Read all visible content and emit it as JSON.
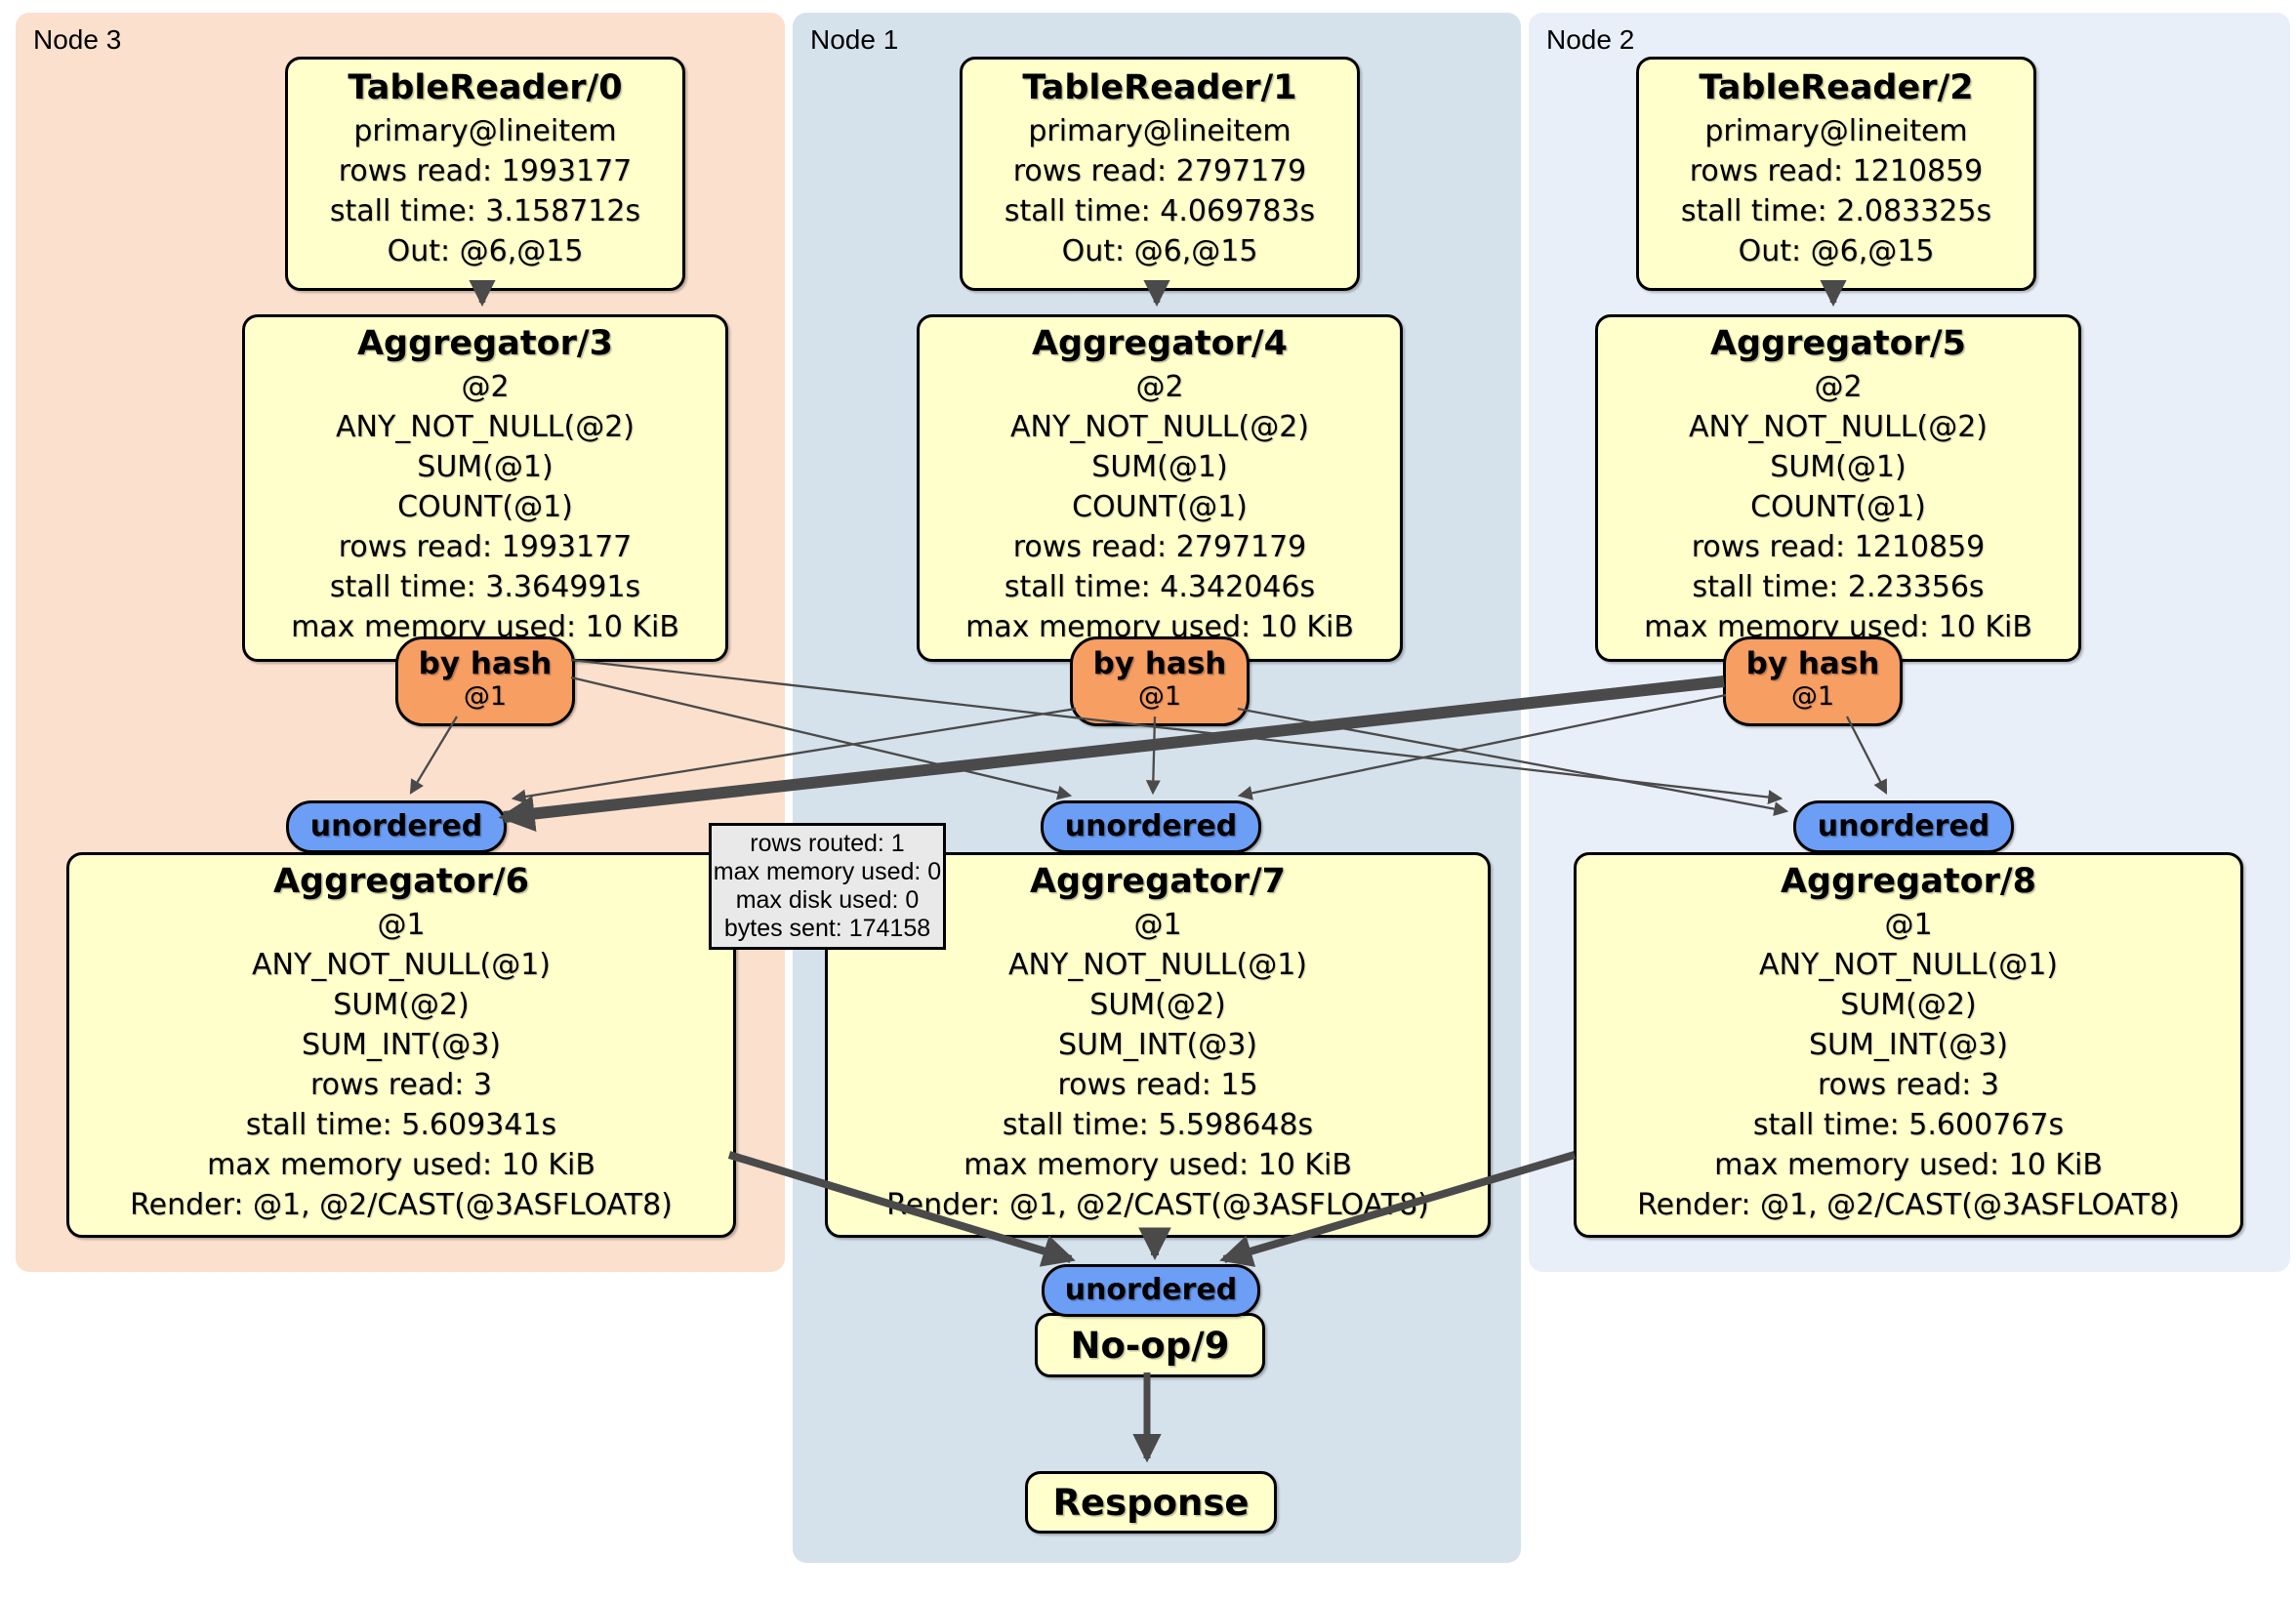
{
  "panels": [
    {
      "label": "Node 3",
      "color": "#FBE0CE"
    },
    {
      "label": "Node 1",
      "color": "#D5E2EC"
    },
    {
      "label": "Node 2",
      "color": "#E9EFF8"
    }
  ],
  "boxes": {
    "tr0": {
      "title": "TableReader/0",
      "lines": [
        "primary@lineitem",
        "rows read: 1993177",
        "stall time: 3.158712s",
        "Out: @6,@15"
      ]
    },
    "tr1": {
      "title": "TableReader/1",
      "lines": [
        "primary@lineitem",
        "rows read: 2797179",
        "stall time: 4.069783s",
        "Out: @6,@15"
      ]
    },
    "tr2": {
      "title": "TableReader/2",
      "lines": [
        "primary@lineitem",
        "rows read: 1210859",
        "stall time: 2.083325s",
        "Out: @6,@15"
      ]
    },
    "agg3": {
      "title": "Aggregator/3",
      "lines": [
        "@2",
        "ANY_NOT_NULL(@2)",
        "SUM(@1)",
        "COUNT(@1)",
        "rows read: 1993177",
        "stall time: 3.364991s",
        "max memory used: 10 KiB"
      ]
    },
    "agg4": {
      "title": "Aggregator/4",
      "lines": [
        "@2",
        "ANY_NOT_NULL(@2)",
        "SUM(@1)",
        "COUNT(@1)",
        "rows read: 2797179",
        "stall time: 4.342046s",
        "max memory used: 10 KiB"
      ]
    },
    "agg5": {
      "title": "Aggregator/5",
      "lines": [
        "@2",
        "ANY_NOT_NULL(@2)",
        "SUM(@1)",
        "COUNT(@1)",
        "rows read: 1210859",
        "stall time: 2.23356s",
        "max memory used: 10 KiB"
      ]
    },
    "agg6": {
      "title": "Aggregator/6",
      "lines": [
        "@1",
        "ANY_NOT_NULL(@1)",
        "SUM(@2)",
        "SUM_INT(@3)",
        "rows read: 3",
        "stall time: 5.609341s",
        "max memory used: 10 KiB",
        "Render: @1, @2/CAST(@3ASFLOAT8)"
      ]
    },
    "agg7": {
      "title": "Aggregator/7",
      "lines": [
        "@1",
        "ANY_NOT_NULL(@1)",
        "SUM(@2)",
        "SUM_INT(@3)",
        "rows read: 15",
        "stall time: 5.598648s",
        "max memory used: 10 KiB",
        "Render: @1, @2/CAST(@3ASFLOAT8)"
      ]
    },
    "agg8": {
      "title": "Aggregator/8",
      "lines": [
        "@1",
        "ANY_NOT_NULL(@1)",
        "SUM(@2)",
        "SUM_INT(@3)",
        "rows read: 3",
        "stall time: 5.600767s",
        "max memory used: 10 KiB",
        "Render: @1, @2/CAST(@3ASFLOAT8)"
      ]
    },
    "noop": {
      "title": "No-op/9"
    },
    "response": {
      "title": "Response"
    }
  },
  "pills": {
    "by_hash_label": "by hash",
    "by_hash_sub": "@1",
    "unordered_label": "unordered"
  },
  "tooltip": {
    "lines": [
      "rows routed: 1",
      "max memory used: 0",
      "max disk used: 0",
      "bytes sent: 174158"
    ]
  },
  "colors": {
    "box_fill": "#FFFFCC",
    "by_hash_fill": "#F79E63",
    "unordered_fill": "#6C9EF5",
    "edge": "#4A4A4A",
    "tooltip_fill": "#E9E9E9"
  }
}
